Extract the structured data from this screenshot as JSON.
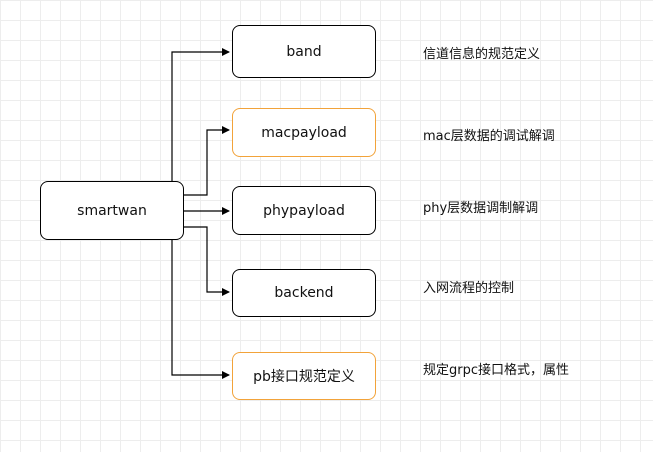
{
  "diagram": {
    "root": {
      "label": "smartwan"
    },
    "children": [
      {
        "id": "band",
        "label": "band",
        "note": "信道信息的规范定义",
        "accent": "#000000"
      },
      {
        "id": "macpayload",
        "label": "macpayload",
        "note": "mac层数据的调试解调",
        "accent": "#f2a33a"
      },
      {
        "id": "phypayload",
        "label": "phypayload",
        "note": "phy层数据调制解调",
        "accent": "#000000"
      },
      {
        "id": "backend",
        "label": "backend",
        "note": "入网流程的控制",
        "accent": "#000000"
      },
      {
        "id": "pb",
        "label": "pb接口规范定义",
        "note": "规定grpc接口格式，属性",
        "accent": "#f2a33a"
      }
    ]
  }
}
